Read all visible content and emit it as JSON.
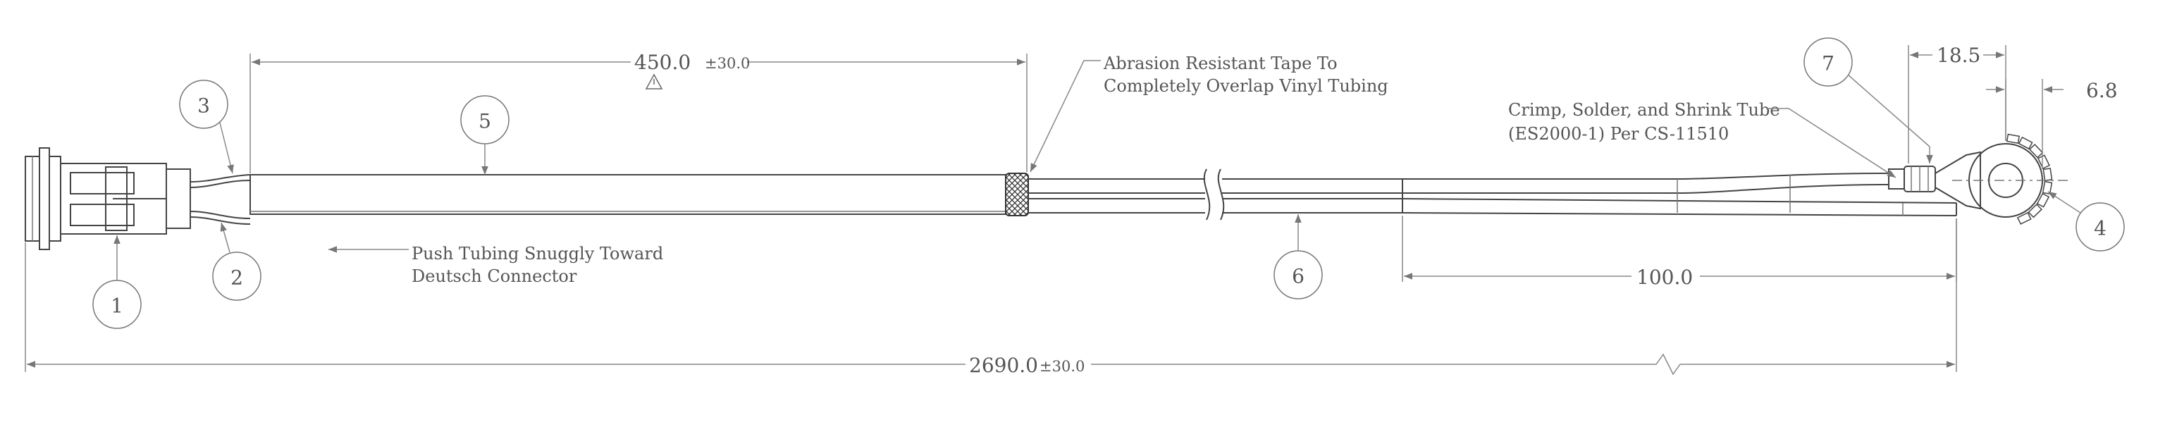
{
  "dimensions": {
    "tubing_length": {
      "value": "450.0",
      "tolerance": "±30.0"
    },
    "overall_length": {
      "value": "2690.0",
      "tolerance": "±30.0"
    },
    "strip_length": {
      "value": "100.0"
    },
    "terminal_offset": {
      "value": "18.5"
    },
    "ring_offset": {
      "value": "6.8"
    }
  },
  "notes": {
    "tape_line1": "Abrasion Resistant Tape To",
    "tape_line2": "Completely Overlap Vinyl Tubing",
    "push_line1": "Push Tubing Snuggly Toward",
    "push_line2": "Deutsch Connector",
    "crimp_line1": "Crimp, Solder, and Shrink Tube",
    "crimp_line2": "(ES2000-1) Per CS-11510"
  },
  "balloons": [
    "1",
    "2",
    "3",
    "4",
    "5",
    "6",
    "7"
  ],
  "colors": {
    "line": "#444444",
    "dimension": "#888888",
    "text": "#555555"
  }
}
